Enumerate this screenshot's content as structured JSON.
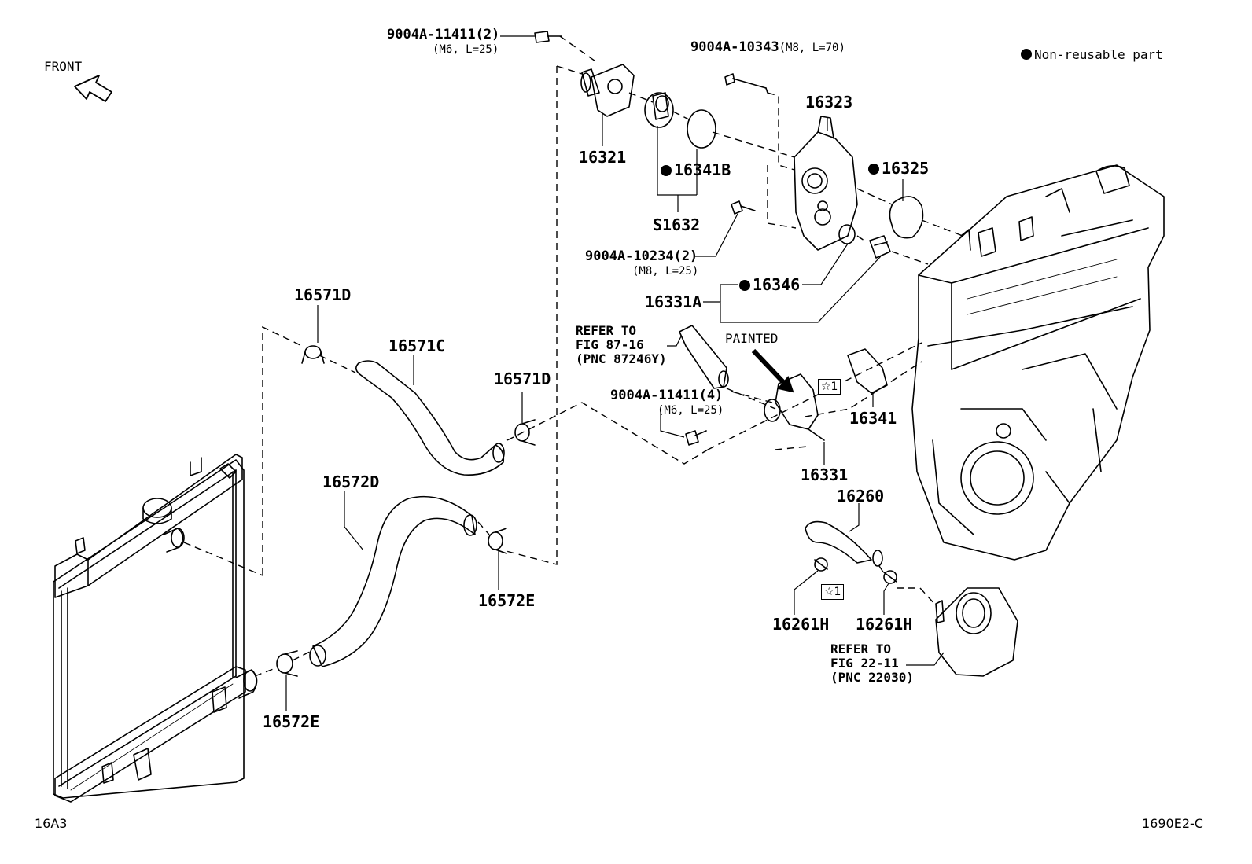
{
  "front_label": "FRONT",
  "legend": {
    "text": "Non-reusable part"
  },
  "corner_left": "16A3",
  "corner_right": "1690E2-C",
  "painted": "PAINTED",
  "parts": {
    "bolt_top": {
      "pn": "9004A-11411(2)",
      "spec": "(M6, L=25)"
    },
    "bolt_long": {
      "pn": "9004A-10343",
      "spec": "(M8, L=70)"
    },
    "p16323": "16323",
    "p16321": "16321",
    "p16341b": "16341B",
    "p16325": "16325",
    "s1632": "S1632",
    "bolt_mid": {
      "pn": "9004A-10234(2)",
      "spec": "(M8, L=25)"
    },
    "p16346": "16346",
    "p16331a": "16331A",
    "p16571d_top": "16571D",
    "p16571c": "16571C",
    "p16571d_mid": "16571D",
    "refer_8716": {
      "l1": "REFER TO",
      "l2": "FIG 87-16",
      "l3": "(PNC 87246Y)"
    },
    "bolt_low": {
      "pn": "9004A-11411(4)",
      "spec": "(M6, L=25)"
    },
    "p16341": "16341",
    "p16331": "16331",
    "p16572d": "16572D",
    "p16260": "16260",
    "p16572e_mid": "16572E",
    "p16261h_a": "16261H",
    "p16261h_b": "16261H",
    "refer_2211": {
      "l1": "REFER TO",
      "l2": "FIG 22-11",
      "l3": "(PNC 22030)"
    },
    "p16572e_low": "16572E"
  },
  "star_marks": [
    "☆1",
    "☆1"
  ]
}
